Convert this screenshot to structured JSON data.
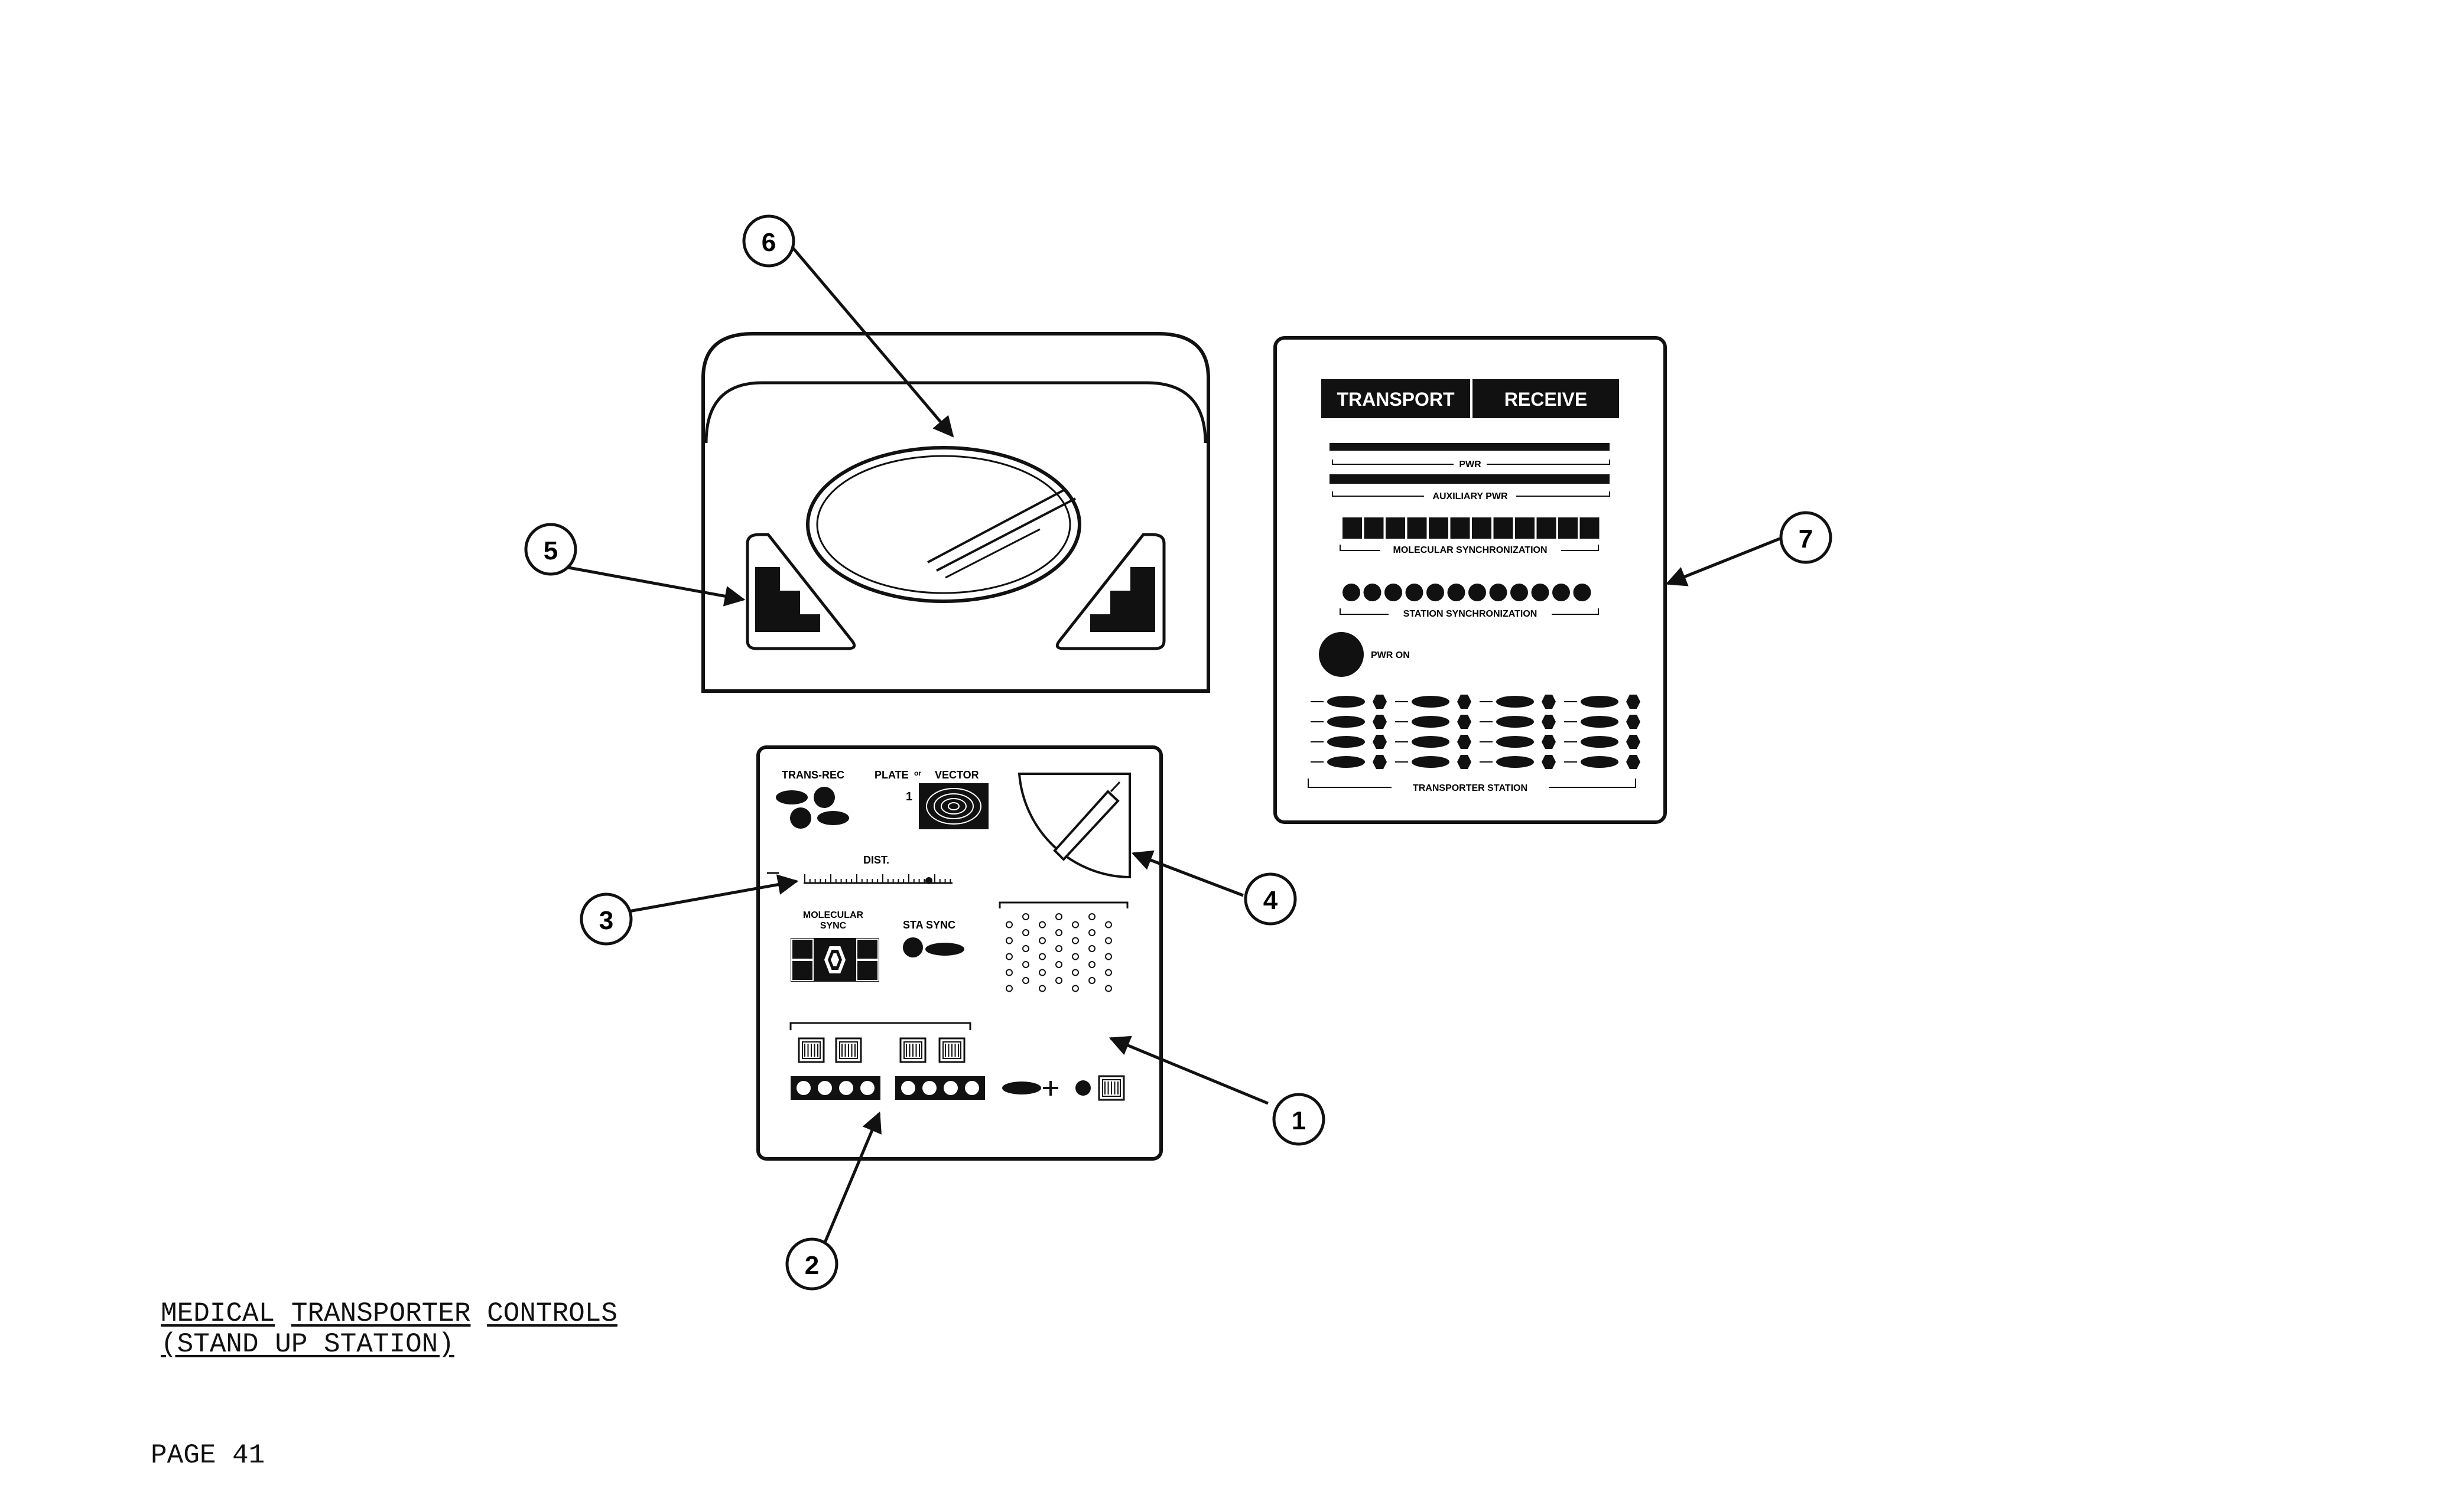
{
  "callouts": [
    "1",
    "2",
    "3",
    "4",
    "5",
    "6",
    "7"
  ],
  "right_panel": {
    "btn_transport": "TRANSPORT",
    "btn_receive": "RECEIVE",
    "pwr": "PWR",
    "aux_pwr": "AUXILIARY PWR",
    "mol_sync": "MOLECULAR SYNCHRONIZATION",
    "sta_sync": "STATION SYNCHRONIZATION",
    "pwr_on": "PWR ON",
    "station": "TRANSPORTER STATION"
  },
  "lower_panel": {
    "trans_rec": "TRANS-REC",
    "plate": "PLATE",
    "vector": "VECTOR",
    "plate_num": "1",
    "dist": "DIST.",
    "mol_sync_1": "MOLECULAR",
    "mol_sync_2": "SYNC",
    "sta_sync": "STA SYNC"
  },
  "caption": {
    "w1": "MEDICAL",
    "w2": "TRANSPORTER",
    "w3": "CONTROLS",
    "line2": "(STAND UP STATION)"
  },
  "page": "PAGE 41"
}
